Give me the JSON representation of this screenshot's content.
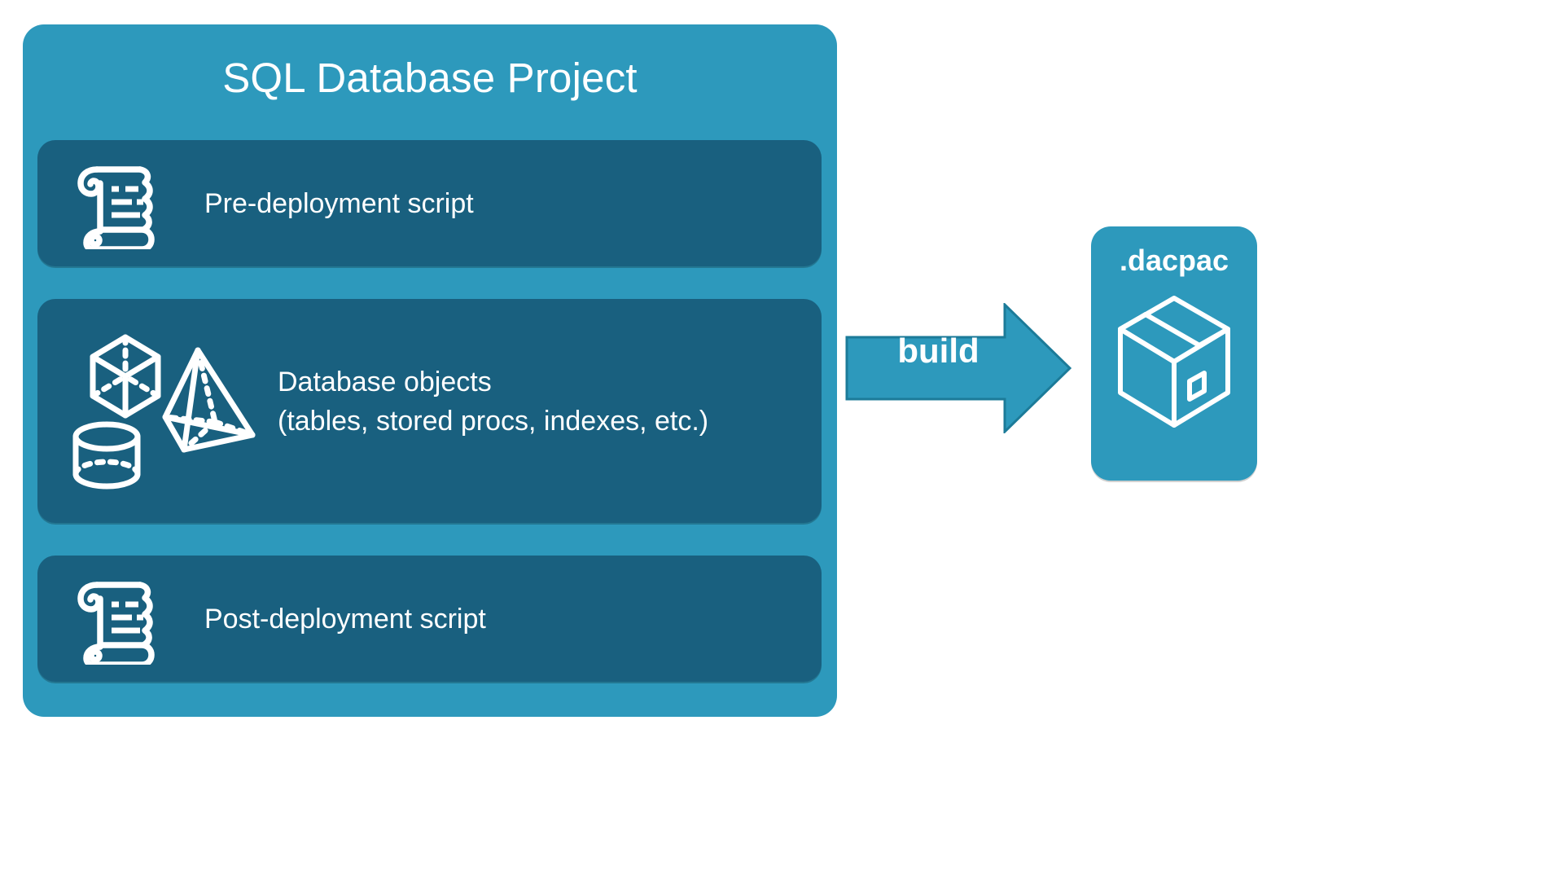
{
  "diagram": {
    "title": "SQL Database Project",
    "background_color": "#ffffff",
    "panel_color": "#2d99bc",
    "card_color": "#19607f",
    "text_color": "#ffffff",
    "arrow_color": "#2d99bc",
    "arrow_border_color": "#1c7b99"
  },
  "project": {
    "title": "SQL Database Project",
    "cards": [
      {
        "id": "pre-deployment",
        "label": "Pre-deployment script",
        "icon": "scroll-icon"
      },
      {
        "id": "database-objects",
        "label": "Database objects\n(tables, stored procs, indexes, etc.)",
        "line1": "Database objects",
        "line2": "(tables, stored procs, indexes, etc.)",
        "icon": "shapes-icon"
      },
      {
        "id": "post-deployment",
        "label": "Post-deployment script",
        "icon": "scroll-icon"
      }
    ]
  },
  "flow": {
    "arrow_label": "build",
    "arrow_icon": "right-arrow-icon"
  },
  "output": {
    "title": ".dacpac",
    "icon": "package-box-icon"
  }
}
